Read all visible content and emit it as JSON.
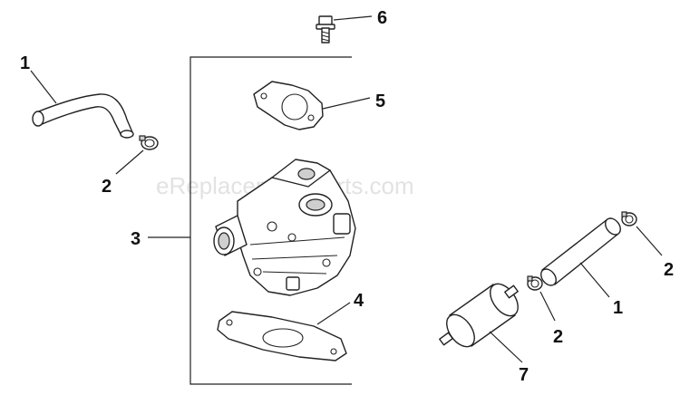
{
  "watermark": "eReplacementParts.com",
  "callouts": {
    "hose_top_left": "1",
    "clamp_top_left": "2",
    "carburetor_group": "3",
    "lower_gasket": "4",
    "upper_gasket": "5",
    "screw": "6",
    "hose_right": "1",
    "clamp_right_upper": "2",
    "clamp_right_lower": "2",
    "fuel_filter": "7"
  }
}
